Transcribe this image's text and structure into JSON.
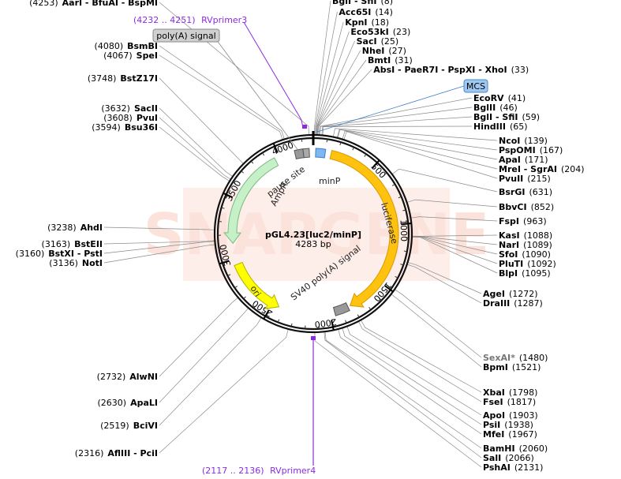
{
  "plasmid": {
    "name": "pGL4.23[luc2/minP]",
    "size": "4283 bp",
    "total": 4283
  },
  "watermark": "SNAPGENE",
  "ticks": [
    "500",
    "1000",
    "1500",
    "2000",
    "2500",
    "3000",
    "3500",
    "4000"
  ],
  "features": {
    "ampr": "AmpR",
    "pause": "pause site",
    "minp": "minP",
    "luciferase": "luciferase",
    "sv40": "SV40 poly(A) signal",
    "ori": "ori"
  },
  "boxed": {
    "polya": "poly(A) signal",
    "mcs": "MCS"
  },
  "primers": [
    {
      "range": "(4232 .. 4251)",
      "name": "RVprimer3"
    },
    {
      "range": "(2117 .. 2136)",
      "name": "RVprimer4"
    }
  ],
  "sites": [
    {
      "name": "BglI - SfiI",
      "pos": "(8)",
      "bp": 8
    },
    {
      "name": "Acc65I",
      "pos": "(14)",
      "bp": 14
    },
    {
      "name": "KpnI",
      "pos": "(18)",
      "bp": 18
    },
    {
      "name": "Eco53kI",
      "pos": "(23)",
      "bp": 23
    },
    {
      "name": "SacI",
      "pos": "(25)",
      "bp": 25
    },
    {
      "name": "NheI",
      "pos": "(27)",
      "bp": 27
    },
    {
      "name": "BmtI",
      "pos": "(31)",
      "bp": 31
    },
    {
      "name": "AbsI - PaeR7I - PspXI - XhoI",
      "pos": "(33)",
      "bp": 33
    },
    {
      "name": "EcoRV",
      "pos": "(41)",
      "bp": 41
    },
    {
      "name": "BglII",
      "pos": "(46)",
      "bp": 46
    },
    {
      "name": "BglI - SfiI",
      "pos": "(59)",
      "bp": 59
    },
    {
      "name": "HindIII",
      "pos": "(65)",
      "bp": 65
    },
    {
      "name": "NcoI",
      "pos": "(139)",
      "bp": 139
    },
    {
      "name": "PspOMI",
      "pos": "(167)",
      "bp": 167
    },
    {
      "name": "ApaI",
      "pos": "(171)",
      "bp": 171
    },
    {
      "name": "MreI - SgrAI",
      "pos": "(204)",
      "bp": 204
    },
    {
      "name": "PvuII",
      "pos": "(215)",
      "bp": 215
    },
    {
      "name": "BsrGI",
      "pos": "(631)",
      "bp": 631
    },
    {
      "name": "BbvCI",
      "pos": "(852)",
      "bp": 852
    },
    {
      "name": "FspI",
      "pos": "(963)",
      "bp": 963
    },
    {
      "name": "KasI",
      "pos": "(1088)",
      "bp": 1088
    },
    {
      "name": "NarI",
      "pos": "(1089)",
      "bp": 1089
    },
    {
      "name": "SfoI",
      "pos": "(1090)",
      "bp": 1090
    },
    {
      "name": "PluTI",
      "pos": "(1092)",
      "bp": 1092
    },
    {
      "name": "BlpI",
      "pos": "(1095)",
      "bp": 1095
    },
    {
      "name": "AgeI",
      "pos": "(1272)",
      "bp": 1272
    },
    {
      "name": "DraIII",
      "pos": "(1287)",
      "bp": 1287
    },
    {
      "name": "SexAI*",
      "pos": "(1480)",
      "bp": 1480
    },
    {
      "name": "BpmI",
      "pos": "(1521)",
      "bp": 1521
    },
    {
      "name": "XbaI",
      "pos": "(1798)",
      "bp": 1798
    },
    {
      "name": "FseI",
      "pos": "(1817)",
      "bp": 1817
    },
    {
      "name": "ApoI",
      "pos": "(1903)",
      "bp": 1903
    },
    {
      "name": "PsiI",
      "pos": "(1938)",
      "bp": 1938
    },
    {
      "name": "MfeI",
      "pos": "(1967)",
      "bp": 1967
    },
    {
      "name": "BamHI",
      "pos": "(2060)",
      "bp": 2060
    },
    {
      "name": "SalI",
      "pos": "(2066)",
      "bp": 2066
    },
    {
      "name": "PshAI",
      "pos": "(2131)",
      "bp": 2131
    },
    {
      "name": "AflIII - PciI",
      "pos": "(2316)",
      "bp": 2316
    },
    {
      "name": "BciVI",
      "pos": "(2519)",
      "bp": 2519
    },
    {
      "name": "ApaLI",
      "pos": "(2630)",
      "bp": 2630
    },
    {
      "name": "AlwNI",
      "pos": "(2732)",
      "bp": 2732
    },
    {
      "name": "NotI",
      "pos": "(3136)",
      "bp": 3136
    },
    {
      "name": "BstXI - PstI",
      "pos": "(3160)",
      "bp": 3160
    },
    {
      "name": "BstEII",
      "pos": "(3163)",
      "bp": 3163
    },
    {
      "name": "AhdI",
      "pos": "(3238)",
      "bp": 3238
    },
    {
      "name": "Bsu36I",
      "pos": "(3594)",
      "bp": 3594
    },
    {
      "name": "PvuI",
      "pos": "(3608)",
      "bp": 3608
    },
    {
      "name": "SacII",
      "pos": "(3632)",
      "bp": 3632
    },
    {
      "name": "BstZ17I",
      "pos": "(3748)",
      "bp": 3748
    },
    {
      "name": "SpeI",
      "pos": "(4067)",
      "bp": 4067
    },
    {
      "name": "BsmBI",
      "pos": "(4080)",
      "bp": 4080
    },
    {
      "name": "AarI - BfuAI - BspMI",
      "pos": "(4253)",
      "bp": 4253
    }
  ]
}
